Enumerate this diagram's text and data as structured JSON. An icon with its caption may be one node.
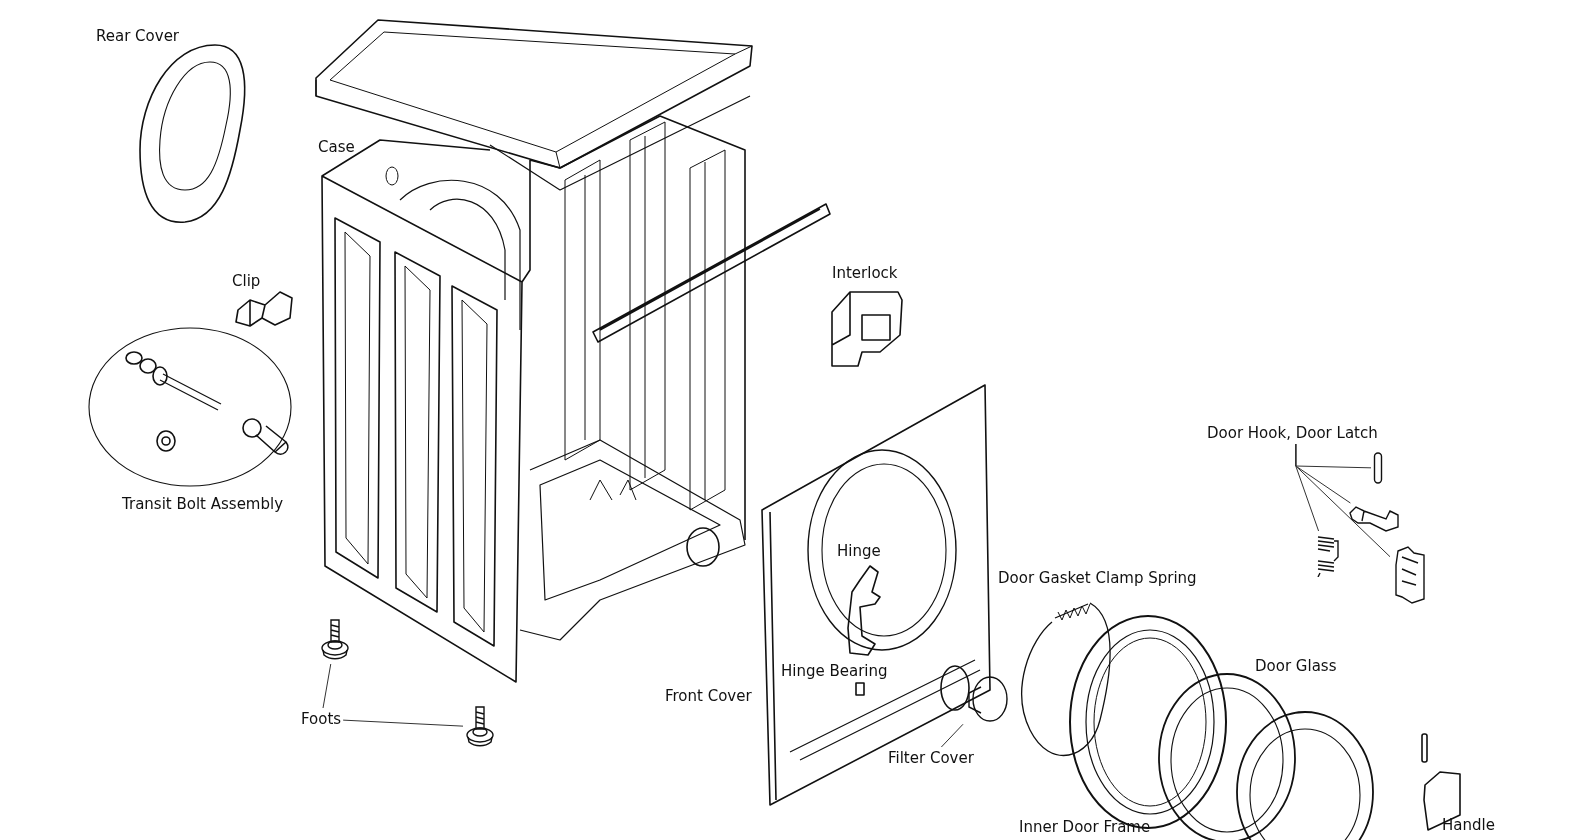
{
  "diagram": {
    "nodes": [
      {
        "text": [
          "Foots"
        ]
      },
      {
        "text": [],
        "shape": "picture"
      },
      {
        "text": [],
        "shape": "picture"
      },
      {
        "text": [
          "Door Hook, Door Latch"
        ]
      },
      {
        "text": [],
        "shape": "bar"
      },
      {
        "text": [],
        "shape": "picture"
      },
      {
        "text": [],
        "shape": "picture"
      },
      {
        "text": [],
        "shape": "picture"
      },
      {
        "text": [
          "Filter Cover"
        ]
      },
      {
        "text": [],
        "shape": "circle"
      }
    ],
    "edges": [
      {
        "from": 0,
        "to": 1,
        "arrow": "none"
      },
      {
        "from": 0,
        "to": 2,
        "arrow": "none"
      },
      {
        "from": 3,
        "to": 4,
        "arrow": "none"
      },
      {
        "from": 3,
        "to": 5,
        "arrow": "none"
      },
      {
        "from": 3,
        "to": 6,
        "arrow": "none"
      },
      {
        "from": 3,
        "to": 7,
        "arrow": "none"
      },
      {
        "from": 8,
        "to": 9,
        "arrow": "none"
      }
    ],
    "labels": [
      "Rear Cover",
      "Case",
      "Clip",
      "Interlock",
      "Transit Bolt Assembly",
      "Hinge",
      "Door Gasket Clamp Spring",
      "Door Glass",
      "Hinge Bearing",
      "Front Cover",
      "Inner Door Frame",
      "Handle"
    ]
  }
}
